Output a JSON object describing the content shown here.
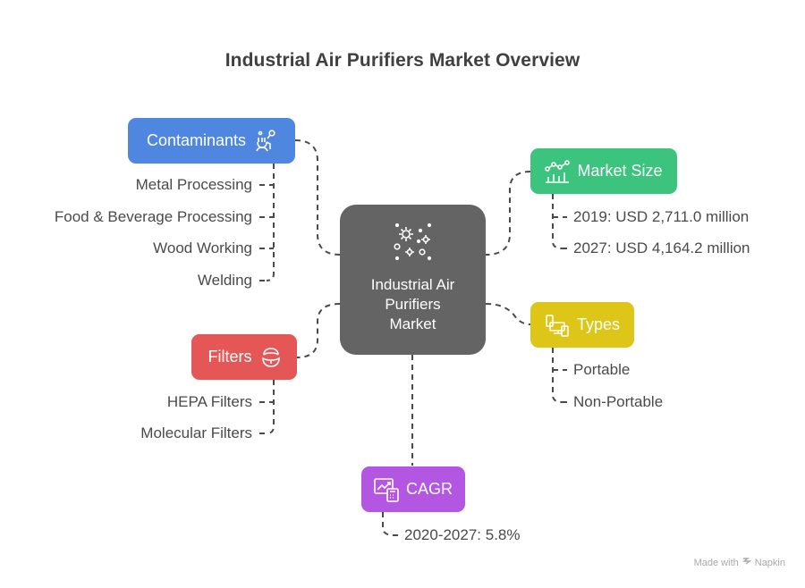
{
  "title": "Industrial Air Purifiers Market Overview",
  "center": {
    "label_lines": [
      "Industrial Air",
      "Purifiers",
      "Market"
    ],
    "icon": "air-particles-icon",
    "color": "#646464"
  },
  "branches": {
    "contaminants": {
      "label": "Contaminants",
      "icon": "air-pollution-person-icon",
      "color": "#4f87e0",
      "items": [
        "Metal Processing",
        "Food & Beverage Processing",
        "Wood Working",
        "Welding"
      ]
    },
    "market_size": {
      "label": "Market Size",
      "icon": "growth-chart-icon",
      "color": "#3cc47e",
      "items": [
        "2019: USD 2,711.0 million",
        "2027: USD 4,164.2 million"
      ]
    },
    "types": {
      "label": "Types",
      "icon": "devices-icon",
      "color": "#ddc617",
      "items": [
        "Portable",
        "Non-Portable"
      ]
    },
    "filters": {
      "label": "Filters",
      "icon": "face-mask-icon",
      "color": "#e55757",
      "items": [
        "HEPA Filters",
        "Molecular Filters"
      ]
    },
    "cagr": {
      "label": "CAGR",
      "icon": "chart-calculator-icon",
      "color": "#b357e3",
      "items": [
        "2020-2027: 5.8%"
      ]
    }
  },
  "credit": {
    "prefix": "Made with",
    "brand": "Napkin",
    "icon": "napkin-logo-icon"
  }
}
